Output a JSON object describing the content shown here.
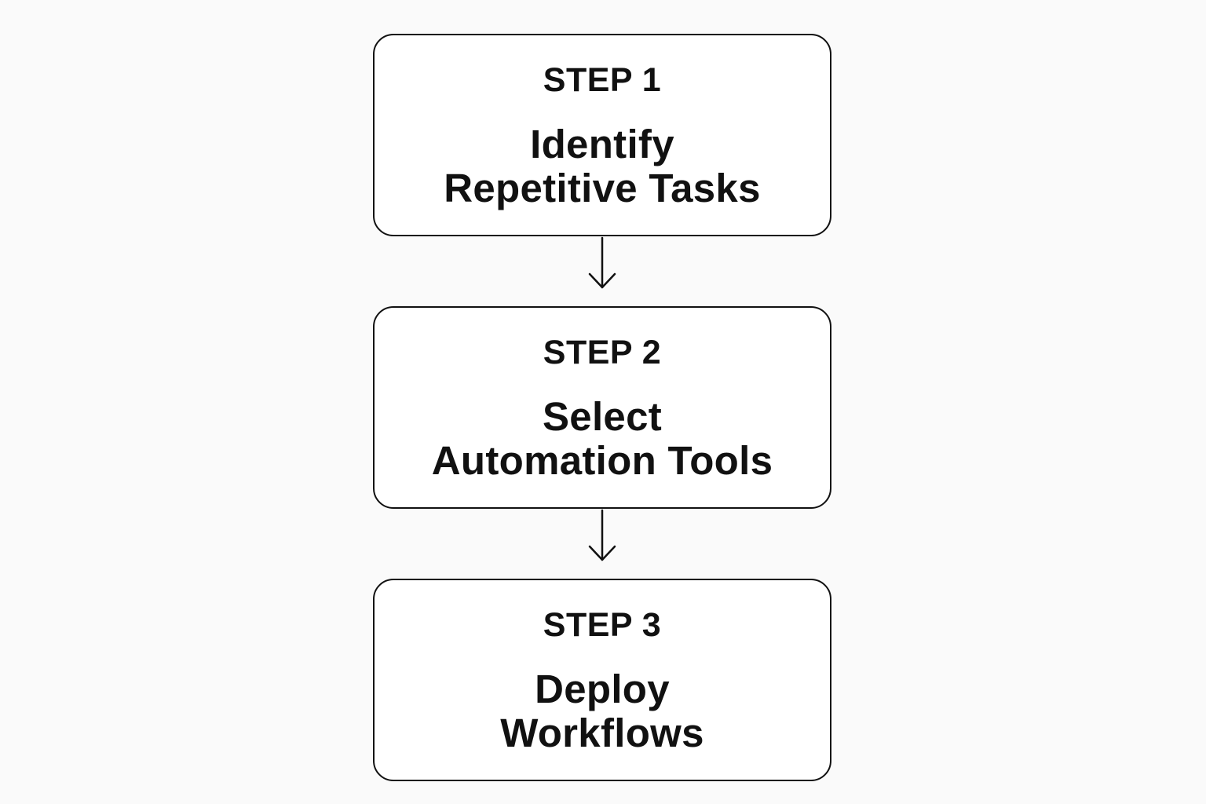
{
  "steps": [
    {
      "number": "STEP 1",
      "title_lines": [
        "Identify",
        "Repetitive Tasks"
      ]
    },
    {
      "number": "STEP 2",
      "title_lines": [
        "Select",
        "Automation Tools"
      ]
    },
    {
      "number": "STEP 3",
      "title_lines": [
        "Deploy",
        "Workflows"
      ]
    }
  ],
  "colors": {
    "stroke": "#111111",
    "background": "#fafafa",
    "box_fill": "#ffffff"
  },
  "icons": [
    "arrow-down-icon",
    "arrow-down-icon"
  ]
}
